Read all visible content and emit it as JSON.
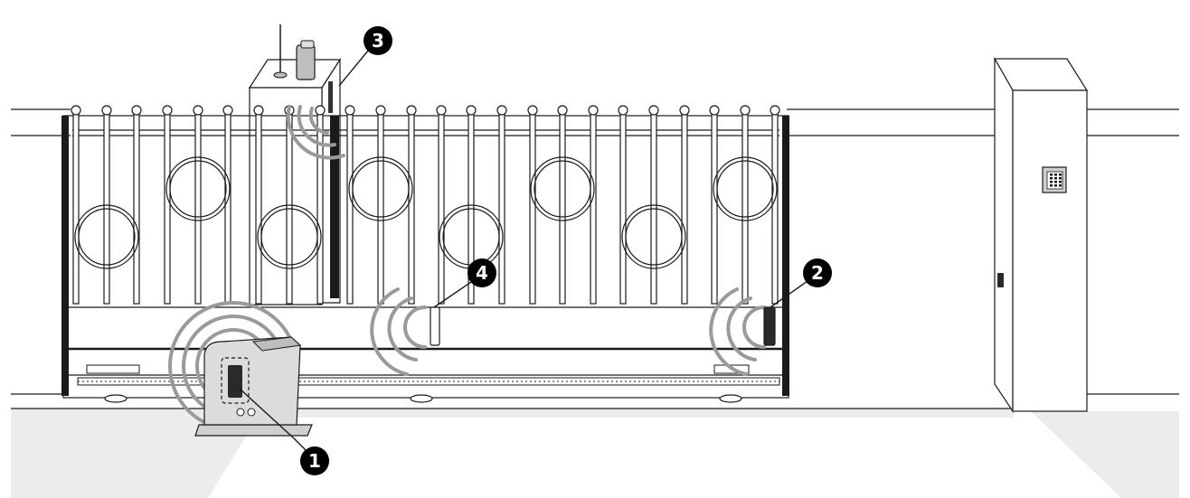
{
  "diagram": {
    "colors": {
      "line": "#1a1a1a",
      "ground": "#ececec",
      "wave": "#9a9a9a",
      "motor_body": "#d9d9d9",
      "callout_bg": "#000000",
      "callout_text": "#ffffff"
    },
    "callouts": [
      {
        "id": "1",
        "label": "1"
      },
      {
        "id": "2",
        "label": "2"
      },
      {
        "id": "3",
        "label": "3"
      },
      {
        "id": "4",
        "label": "4"
      }
    ],
    "components": [
      "gate-motor",
      "photocell-receiver",
      "flashing-light-with-antenna",
      "photocell-transmitter",
      "control-pillar-with-keypad"
    ]
  }
}
